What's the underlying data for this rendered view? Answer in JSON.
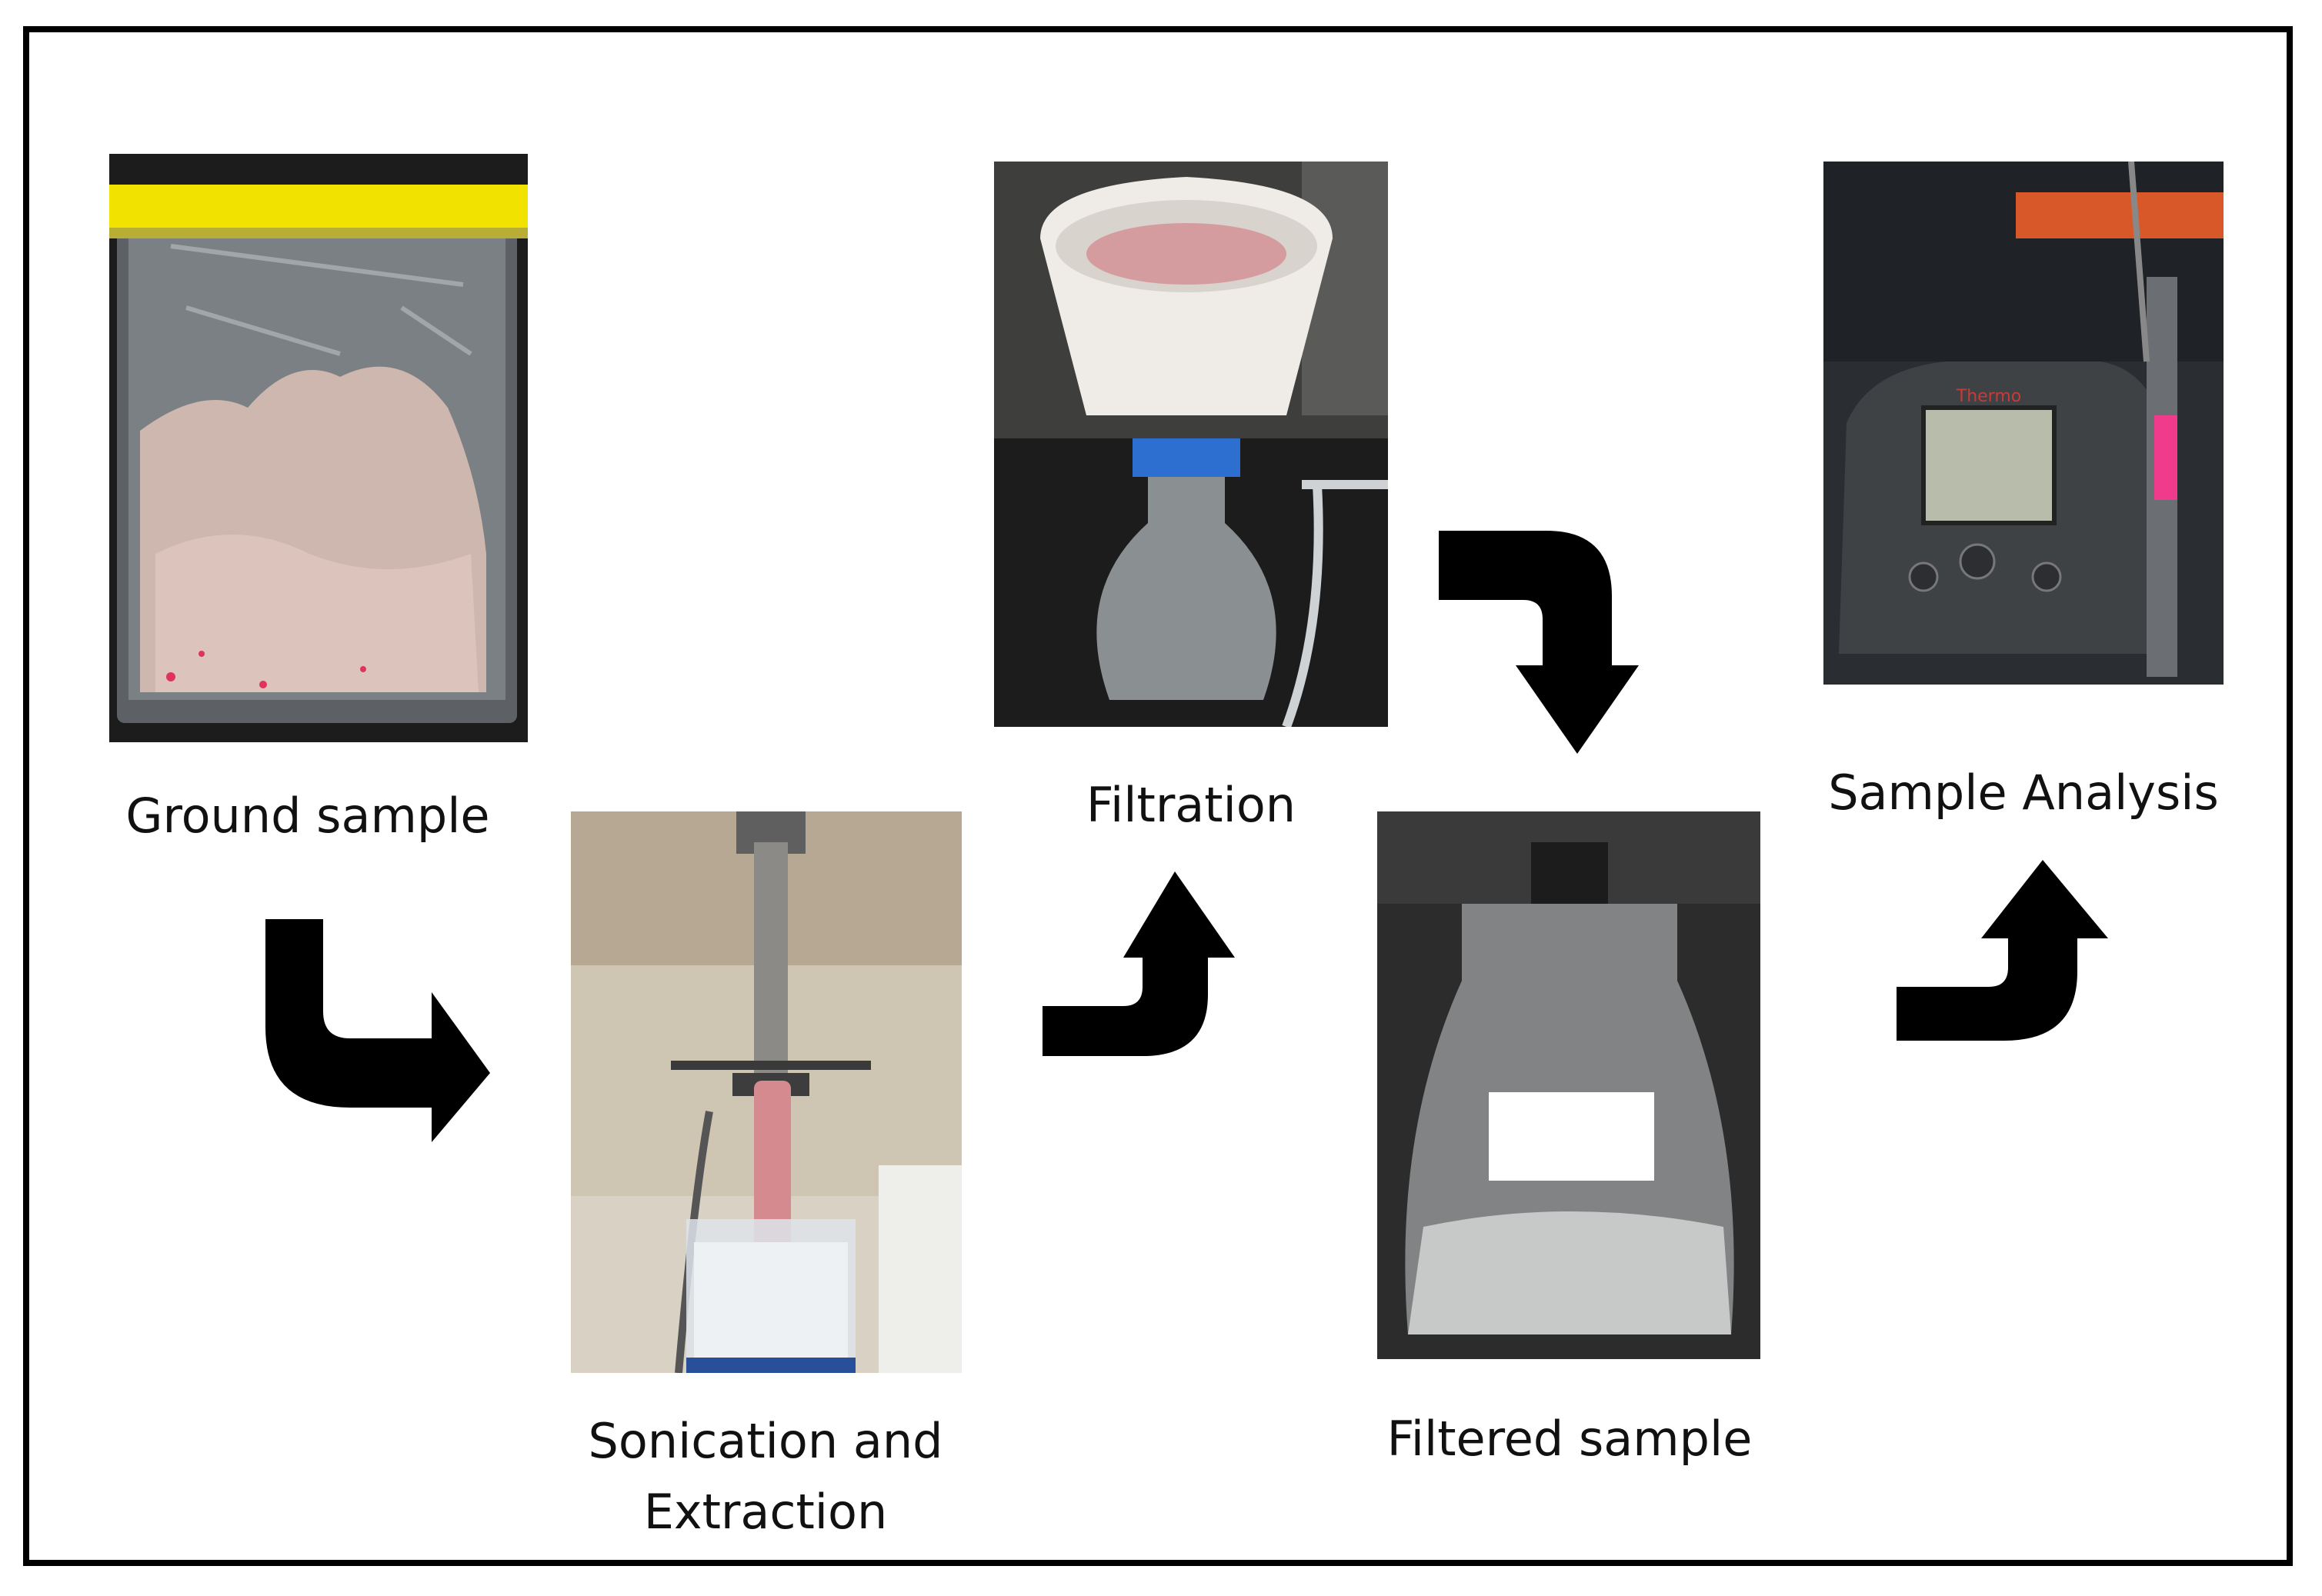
{
  "steps": [
    {
      "id": "ground",
      "label_lines": [
        "Ground sample"
      ]
    },
    {
      "id": "sonication",
      "label_lines": [
        "Sonication and",
        "Extraction"
      ]
    },
    {
      "id": "filtration",
      "label_lines": [
        "Filtration"
      ]
    },
    {
      "id": "filtered",
      "label_lines": [
        "Filtered sample"
      ]
    },
    {
      "id": "analysis",
      "label_lines": [
        "Sample Analysis"
      ]
    }
  ],
  "colors": {
    "border": "#000000",
    "arrow": "#000000",
    "sample_pink": "#d98a92",
    "tape_yellow": "#f2e200"
  },
  "meter": {
    "brand_text": "Thermo"
  }
}
